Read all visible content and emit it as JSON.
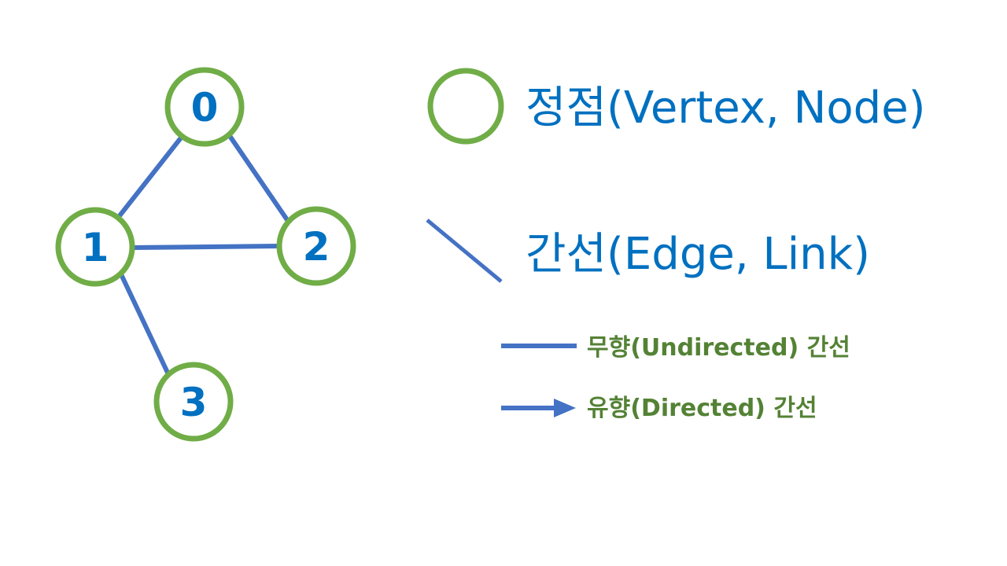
{
  "colors": {
    "node_stroke": "#70AD47",
    "edge": "#4472C4",
    "node_text": "#0070C0",
    "legend_title_text": "#0070C0",
    "legend_small_text": "#548235"
  },
  "graph": {
    "nodes": [
      {
        "id": "0",
        "label": "0"
      },
      {
        "id": "1",
        "label": "1"
      },
      {
        "id": "2",
        "label": "2"
      },
      {
        "id": "3",
        "label": "3"
      }
    ],
    "edges": [
      {
        "from": "0",
        "to": "1"
      },
      {
        "from": "0",
        "to": "2"
      },
      {
        "from": "1",
        "to": "2"
      },
      {
        "from": "1",
        "to": "3"
      }
    ]
  },
  "legend": {
    "vertex_label": "정점(Vertex, Node)",
    "edge_label": "간선(Edge, Link)",
    "undirected_label": "무향(Undirected)  간선",
    "directed_label": "유향(Directed)  간선"
  }
}
